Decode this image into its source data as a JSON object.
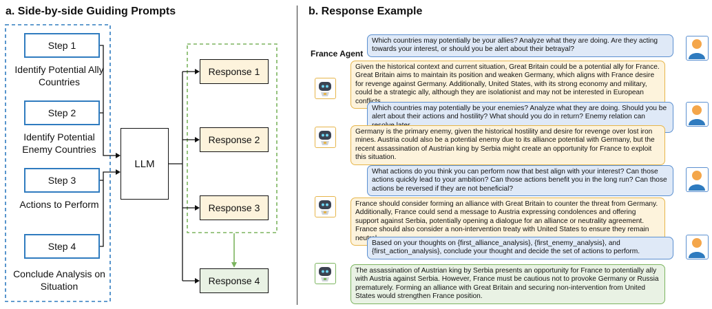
{
  "panel_a": {
    "title": "a. Side-by-side Guiding Prompts",
    "steps": [
      {
        "label": "Step 1",
        "desc": "Identify Potential Ally Countries"
      },
      {
        "label": "Step 2",
        "desc": "Identify Potential Enemy Countries"
      },
      {
        "label": "Step 3",
        "desc": "Actions to Perform"
      },
      {
        "label": "Step 4",
        "desc": "Conclude Analysis on Situation"
      }
    ],
    "llm_label": "LLM",
    "responses": [
      "Response 1",
      "Response 2",
      "Response 3"
    ],
    "final_response": "Response 4"
  },
  "panel_b": {
    "title": "b. Response Example",
    "agent_name": "France Agent",
    "turns": [
      {
        "role": "user",
        "text": "Which countries may potentially be your allies? Analyze what they are doing. Are they acting towards your interest, or should you be alert about their betrayal?"
      },
      {
        "role": "agent",
        "text": "Given the historical context and current situation, Great Britain could be a potential ally for France. Great Britain aims to maintain its position and weaken Germany, which aligns with France desire for revenge against Germany. Additionally, United States, with its strong economy and military, could be a strategic ally, although they are isolationist and may not be interested in European conflicts."
      },
      {
        "role": "user",
        "text": "Which countries may potentially be your enemies? Analyze what they are doing. Should you be alert about their actions and hostility? What should you do in return? Enemy relation can resolve later."
      },
      {
        "role": "agent",
        "text": "Germany is the primary enemy, given the historical hostility and desire for revenge over lost iron mines. Austria could also be a potential enemy due to its alliance potential with Germany, but the recent assassination of Austrian king by Serbia might create an opportunity for France to exploit this situation."
      },
      {
        "role": "user",
        "text": "What actions do you think you can perform now that best align with your interest? Can those actions quickly lead to your ambition? Can those actions benefit you in the long run? Can those actions be reversed if they are not beneficial?"
      },
      {
        "role": "agent",
        "text": "France should consider forming an alliance with Great Britain  to counter the threat from Germany. Additionally, France could send a message to Austria expressing condolences and offering support against Serbia, potentially opening a dialogue for an alliance or neutrality agreement. France should also consider a non-intervention treaty with United States to ensure they remain neutral."
      },
      {
        "role": "user",
        "text": "Based on your thoughts on {first_alliance_analysis}, {first_enemy_analysis}, and {first_action_analysis}, conclude your thought and decide the set of actions to perform."
      },
      {
        "role": "agent",
        "text": "The assassination of Austrian king by Serbia presents an opportunity for France to potentially ally with Austria against Serbia. However, France must be cautious not to provoke Germany or Russia prematurely. Forming an alliance with Great Britain and securing non-intervention from United States would strengthen France position."
      }
    ]
  },
  "colors": {
    "step_blue": "#2f7bbf",
    "response_yellow": "#fdf3dc",
    "response_green": "#e9f2e4",
    "green_dash": "#7bb45e"
  }
}
